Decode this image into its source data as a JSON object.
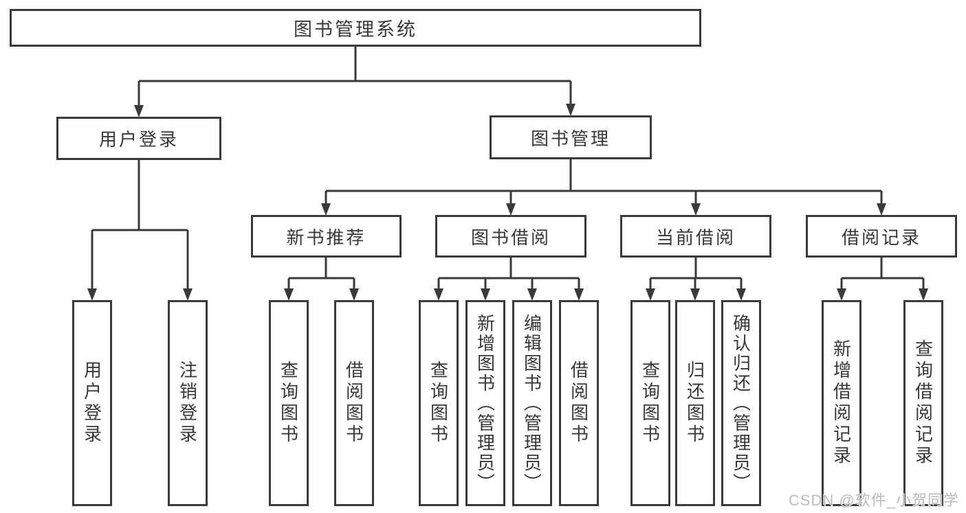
{
  "colors": {
    "line": "#3a3a3a",
    "text": "#383838",
    "box_background": "#ffffff",
    "watermark": "#bcbcbc"
  },
  "tree": {
    "root": {
      "label": "图书管理系统"
    },
    "level2": [
      {
        "label": "用户登录"
      },
      {
        "label": "图书管理"
      }
    ],
    "level3": [
      {
        "label": "新书推荐"
      },
      {
        "label": "图书借阅"
      },
      {
        "label": "当前借阅"
      },
      {
        "label": "借阅记录"
      }
    ],
    "leaves": {
      "user_login": [
        "用户登录",
        "注销登录"
      ],
      "new_book": [
        "查询图书",
        "借阅图书"
      ],
      "book_borrow": [
        "查询图书",
        "新增图书（管理员）",
        "编辑图书（管理员）",
        "借阅图书"
      ],
      "current_borrow": [
        "查询图书",
        "归还图书",
        "确认归还（管理员）"
      ],
      "borrow_records": [
        "新增借阅记录",
        "查询借阅记录"
      ]
    }
  },
  "watermark": "CSDN @软件_小贺同学"
}
